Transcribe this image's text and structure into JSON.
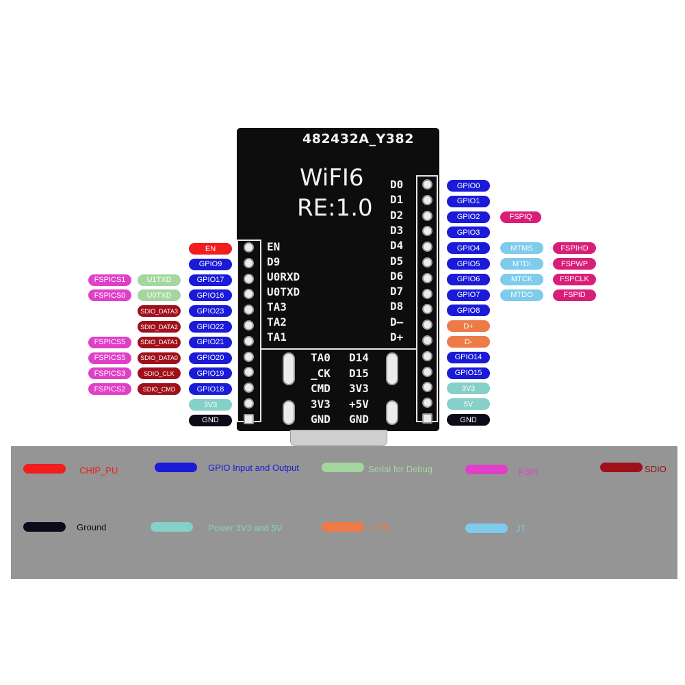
{
  "colors": {
    "chip_pu": "#f21d1d",
    "gpio": "#1a1ad8",
    "serial": "#a5d6a0",
    "fspi": "#e040c8",
    "sdio": "#a0101a",
    "ground": "#0b0b1a",
    "power": "#85d0c8",
    "usb": "#ec7b48",
    "jtag": "#7ecbeb",
    "fspi_pink": "#d91e78"
  },
  "board": {
    "id": "482432A_Y382",
    "wifi": "WiFI6",
    "revision": "RE:1.0",
    "left_pin_labels": [
      "EN",
      "D9",
      "U0RXD",
      "U0TXD",
      "TA3",
      "TA2",
      "TA1"
    ],
    "right_pin_labels": [
      "D0",
      "D1",
      "D2",
      "D3",
      "D4",
      "D5",
      "D6",
      "D7",
      "D8",
      "D–",
      "D+"
    ],
    "bottom_labels": [
      [
        "TA0",
        "D14"
      ],
      [
        "_CK",
        "D15"
      ],
      [
        "CMD",
        "3V3"
      ],
      [
        "3V3",
        "+5V"
      ],
      [
        "GND",
        "GND"
      ]
    ]
  },
  "left_pins": [
    [
      "EN"
    ],
    [
      "GPIO9"
    ],
    [
      "GPIO17",
      "U1TXD",
      "FSPICS1"
    ],
    [
      "GPIO16",
      "U0TXD",
      "FSPICS0"
    ],
    [
      "GPIO23",
      "SDIO_DATA3"
    ],
    [
      "GPIO22",
      "SDIO_DATA2"
    ],
    [
      "GPIO21",
      "SDIO_DATA1",
      "FSPICS5"
    ],
    [
      "GPIO20",
      "SDIO_DATA0",
      "FSPICS5"
    ],
    [
      "GPIO19",
      "SDIO_CLK",
      "FSPICS3"
    ],
    [
      "GPIO18",
      "SDIO_CMD",
      "FSPICS2"
    ],
    [
      "3V3"
    ],
    [
      "GND"
    ]
  ],
  "right_pins": [
    [
      "GPIO0"
    ],
    [
      "GPIO1"
    ],
    [
      "GPIO2",
      "FSPIQ"
    ],
    [
      "GPIO3"
    ],
    [
      "GPIO4",
      "MTMS",
      "FSPIHD"
    ],
    [
      "GPIO5",
      "MTDI",
      "FSPWP"
    ],
    [
      "GPIO6",
      "MTCK",
      "FSPCLK"
    ],
    [
      "GPIO7",
      "MTDO",
      "FSPID"
    ],
    [
      "GPIO8"
    ],
    [
      "D+"
    ],
    [
      "D-"
    ],
    [
      "GPIO14"
    ],
    [
      "GPIO15"
    ],
    [
      "3V3"
    ],
    [
      "5V"
    ],
    [
      "GND"
    ]
  ],
  "legend": [
    {
      "label": "CHIP_PU",
      "color": "#f21d1d",
      "text_color": "#f21d1d"
    },
    {
      "label": "GPIO Input and Output",
      "color": "#1a1ad8",
      "text_color": "#1a1ad8"
    },
    {
      "label": "Serial for Debug",
      "color": "#a5d6a0",
      "text_color": "#a5d6a0"
    },
    {
      "label": "FSPI",
      "color": "#e040c8",
      "text_color": "#e040c8"
    },
    {
      "label": "SDIO",
      "color": "#a0101a",
      "text_color": "#8a0d14"
    },
    {
      "label": "Ground",
      "color": "#0b0b1a",
      "text_color": "#0b0b1a"
    },
    {
      "label": "Power 3V3 and 5V",
      "color": "#85d0c8",
      "text_color": "#85d0c8"
    },
    {
      "label": "USB",
      "color": "#ec7b48",
      "text_color": "#ec7b48"
    },
    {
      "label": "JT",
      "color": "#7ecbeb",
      "text_color": "#7ecbeb"
    }
  ]
}
